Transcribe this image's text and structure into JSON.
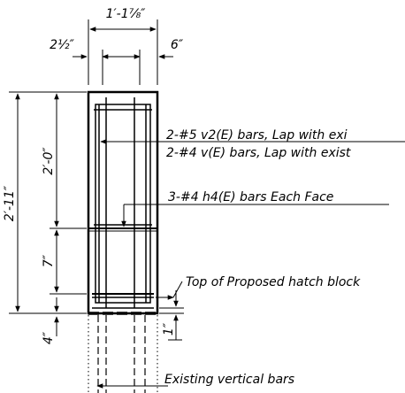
{
  "dimensions": {
    "overall_width": "1′-1⁷⁄₈″",
    "left_cover": "2½″",
    "right_cover": "6″",
    "overall_height": "2′-11″",
    "upper_segment": "2′-0″",
    "lower_segment": "7″",
    "bottom_offset": "4″",
    "hatch_offset": "1″"
  },
  "callouts": {
    "v2_bars": "2-#5 v2(E) bars, Lap with exi",
    "v_bars": "2-#4 v(E) bars, Lap with exist",
    "h4_bars": "3-#4 h4(E) bars Each Face",
    "hatch_block": "Top of Proposed hatch block",
    "existing_vertical": "Existing vertical bars"
  }
}
